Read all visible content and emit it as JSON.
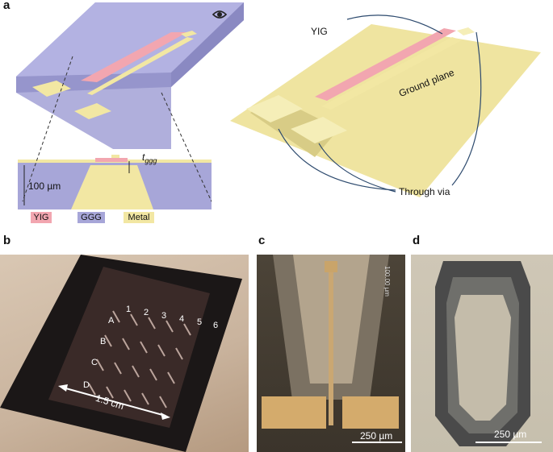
{
  "panels": {
    "a": "a",
    "b": "b",
    "c": "c",
    "d": "d"
  },
  "panel_a": {
    "yig_label": "YIG",
    "ground_plane": "Ground plane",
    "through_via": "Through via",
    "thickness": "100 µm",
    "t_label": "t",
    "t_sub": "ggg",
    "legend": [
      {
        "label": "YIG",
        "color": "#f2a6b0"
      },
      {
        "label": "GGG",
        "color": "#a7a6d8"
      },
      {
        "label": "Metal",
        "color": "#f2e7a3"
      }
    ]
  },
  "panel_b": {
    "size_label": "1.5 cm",
    "row_labels": [
      "A",
      "B",
      "C",
      "D"
    ],
    "col_labels": [
      "1",
      "2",
      "3",
      "4",
      "5",
      "6"
    ]
  },
  "panel_c": {
    "scale_bar": "250 µm",
    "watermark": "100.00 µm"
  },
  "panel_d": {
    "scale_bar": "250 µm"
  }
}
